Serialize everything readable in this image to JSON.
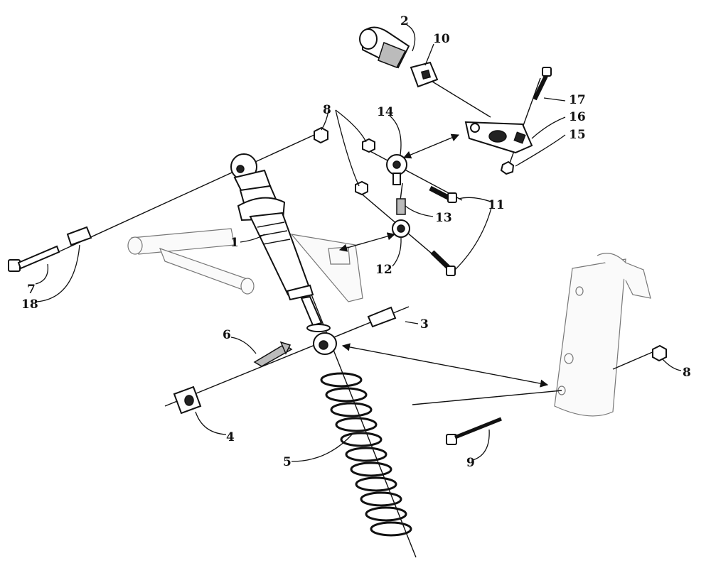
{
  "callouts": [
    {
      "id": "c1",
      "text": "1"
    },
    {
      "id": "c2",
      "text": "2"
    },
    {
      "id": "c3",
      "text": "3"
    },
    {
      "id": "c4",
      "text": "4"
    },
    {
      "id": "c5",
      "text": "5"
    },
    {
      "id": "c6",
      "text": "6"
    },
    {
      "id": "c7",
      "text": "7"
    },
    {
      "id": "c8a",
      "text": "8"
    },
    {
      "id": "c8b",
      "text": "8"
    },
    {
      "id": "c9",
      "text": "9"
    },
    {
      "id": "c10",
      "text": "10"
    },
    {
      "id": "c11",
      "text": "11"
    },
    {
      "id": "c12",
      "text": "12"
    },
    {
      "id": "c13",
      "text": "13"
    },
    {
      "id": "c14",
      "text": "14"
    },
    {
      "id": "c15",
      "text": "15"
    },
    {
      "id": "c16",
      "text": "16"
    },
    {
      "id": "c17",
      "text": "17"
    },
    {
      "id": "c18",
      "text": "18"
    }
  ],
  "colors": {
    "ink": "#111111",
    "paper": "#ffffff",
    "ghost": "#777777"
  }
}
